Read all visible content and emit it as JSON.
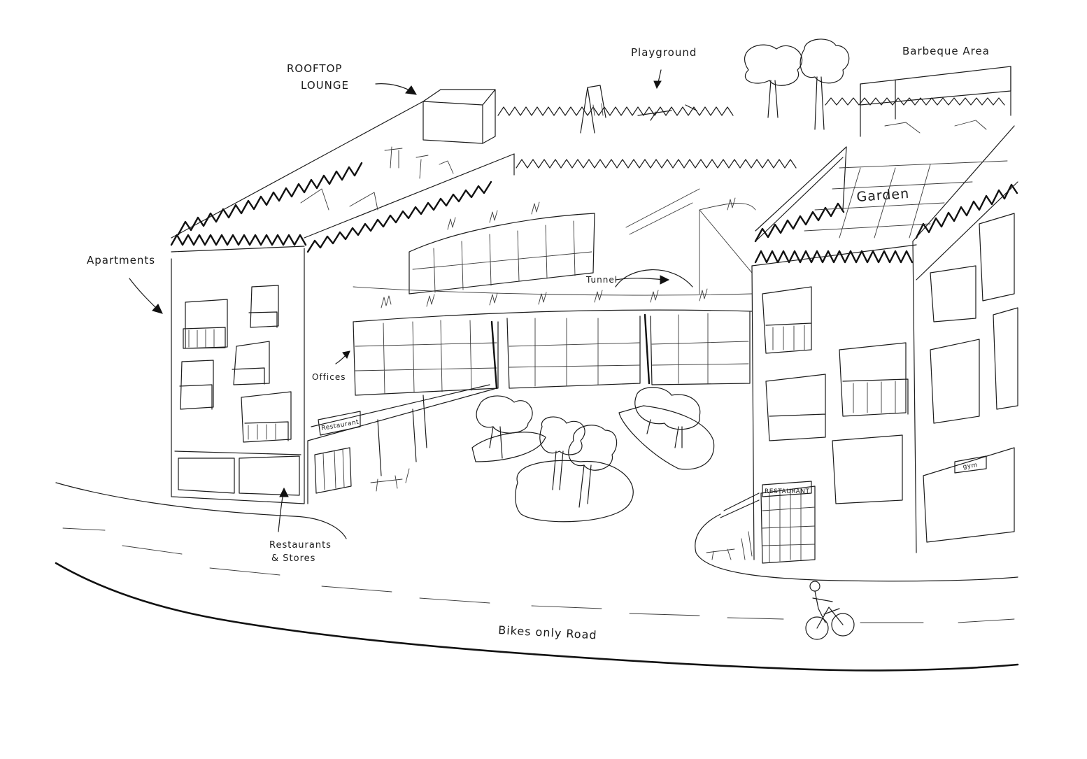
{
  "sketch": {
    "labels": {
      "rooftop_lounge_line1": "ROOFTOP",
      "rooftop_lounge_line2": "LOUNGE",
      "playground": "Playground",
      "barbeque_area": "Barbeque Area",
      "apartments": "Apartments",
      "garden": "Garden",
      "tunnel": "Tunnel",
      "offices": "Offices",
      "restaurant_left": "Restaurant",
      "restaurant_right": "RESTAURANT",
      "gym": "gym",
      "restaurants_stores_line1": "Restaurants",
      "restaurants_stores_line2": "& Stores",
      "bikes_only_road": "Bikes only Road"
    }
  }
}
